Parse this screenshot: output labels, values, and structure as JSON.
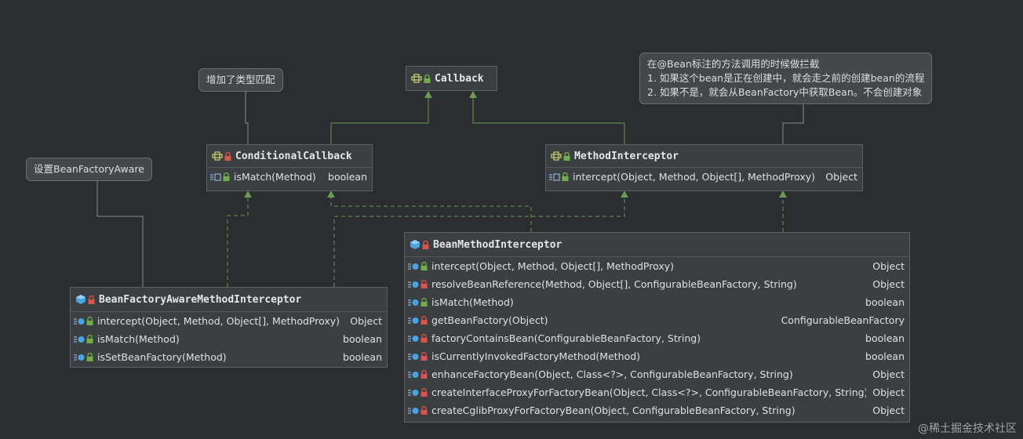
{
  "colors": {
    "background": "#2b2d30",
    "box": "#3c3f41",
    "inherit_line": "#6a9a54",
    "note_line": "#8a8d90",
    "lock": "#6fae4b",
    "lock_private": "#d9534f",
    "class_icon": "#4aa3df"
  },
  "notes": {
    "type_match": "增加了类型匹配",
    "bfa": "设置BeanFactoryAware",
    "bean_intercept": [
      "在@Bean标注的方法调用的时候做拦截",
      "1. 如果这个bean是正在创建中，就会走之前的创建bean的流程",
      "2. 如果不是，就会从BeanFactory中获取Bean。不会创建对象"
    ]
  },
  "callback": {
    "name": "Callback",
    "icon": "interface-icon"
  },
  "conditional_callback": {
    "name": "ConditionalCallback",
    "icon": "interface-icon",
    "methods": [
      {
        "sig": "isMatch(Method)",
        "ret": "boolean"
      }
    ]
  },
  "method_interceptor": {
    "name": "MethodInterceptor",
    "icon": "interface-icon",
    "methods": [
      {
        "sig": "intercept(Object, Method, Object[], MethodProxy)",
        "ret": "Object"
      }
    ]
  },
  "bfa_interceptor": {
    "name": "BeanFactoryAwareMethodInterceptor",
    "icon": "class-icon",
    "methods": [
      {
        "sig": "intercept(Object, Method, Object[], MethodProxy)",
        "ret": "Object",
        "access": "public"
      },
      {
        "sig": "isMatch(Method)",
        "ret": "boolean",
        "access": "public"
      },
      {
        "sig": "isSetBeanFactory(Method)",
        "ret": "boolean",
        "access": "public"
      }
    ]
  },
  "bean_method_interceptor": {
    "name": "BeanMethodInterceptor",
    "icon": "class-icon",
    "methods": [
      {
        "sig": "intercept(Object, Method, Object[], MethodProxy)",
        "ret": "Object",
        "access": "public"
      },
      {
        "sig": "resolveBeanReference(Method, Object[], ConfigurableBeanFactory, String)",
        "ret": "Object",
        "access": "private"
      },
      {
        "sig": "isMatch(Method)",
        "ret": "boolean",
        "access": "public"
      },
      {
        "sig": "getBeanFactory(Object)",
        "ret": "ConfigurableBeanFactory",
        "access": "private"
      },
      {
        "sig": "factoryContainsBean(ConfigurableBeanFactory, String)",
        "ret": "boolean",
        "access": "private"
      },
      {
        "sig": "isCurrentlyInvokedFactoryMethod(Method)",
        "ret": "boolean",
        "access": "private"
      },
      {
        "sig": "enhanceFactoryBean(Object, Class<?>, ConfigurableBeanFactory, String)",
        "ret": "Object",
        "access": "private"
      },
      {
        "sig": "createInterfaceProxyForFactoryBean(Object, Class<?>, ConfigurableBeanFactory, String)",
        "ret": "Object",
        "access": "private"
      },
      {
        "sig": "createCglibProxyForFactoryBean(Object, ConfigurableBeanFactory, String)",
        "ret": "Object",
        "access": "private"
      }
    ]
  },
  "watermark": "@稀土掘金技术社区"
}
